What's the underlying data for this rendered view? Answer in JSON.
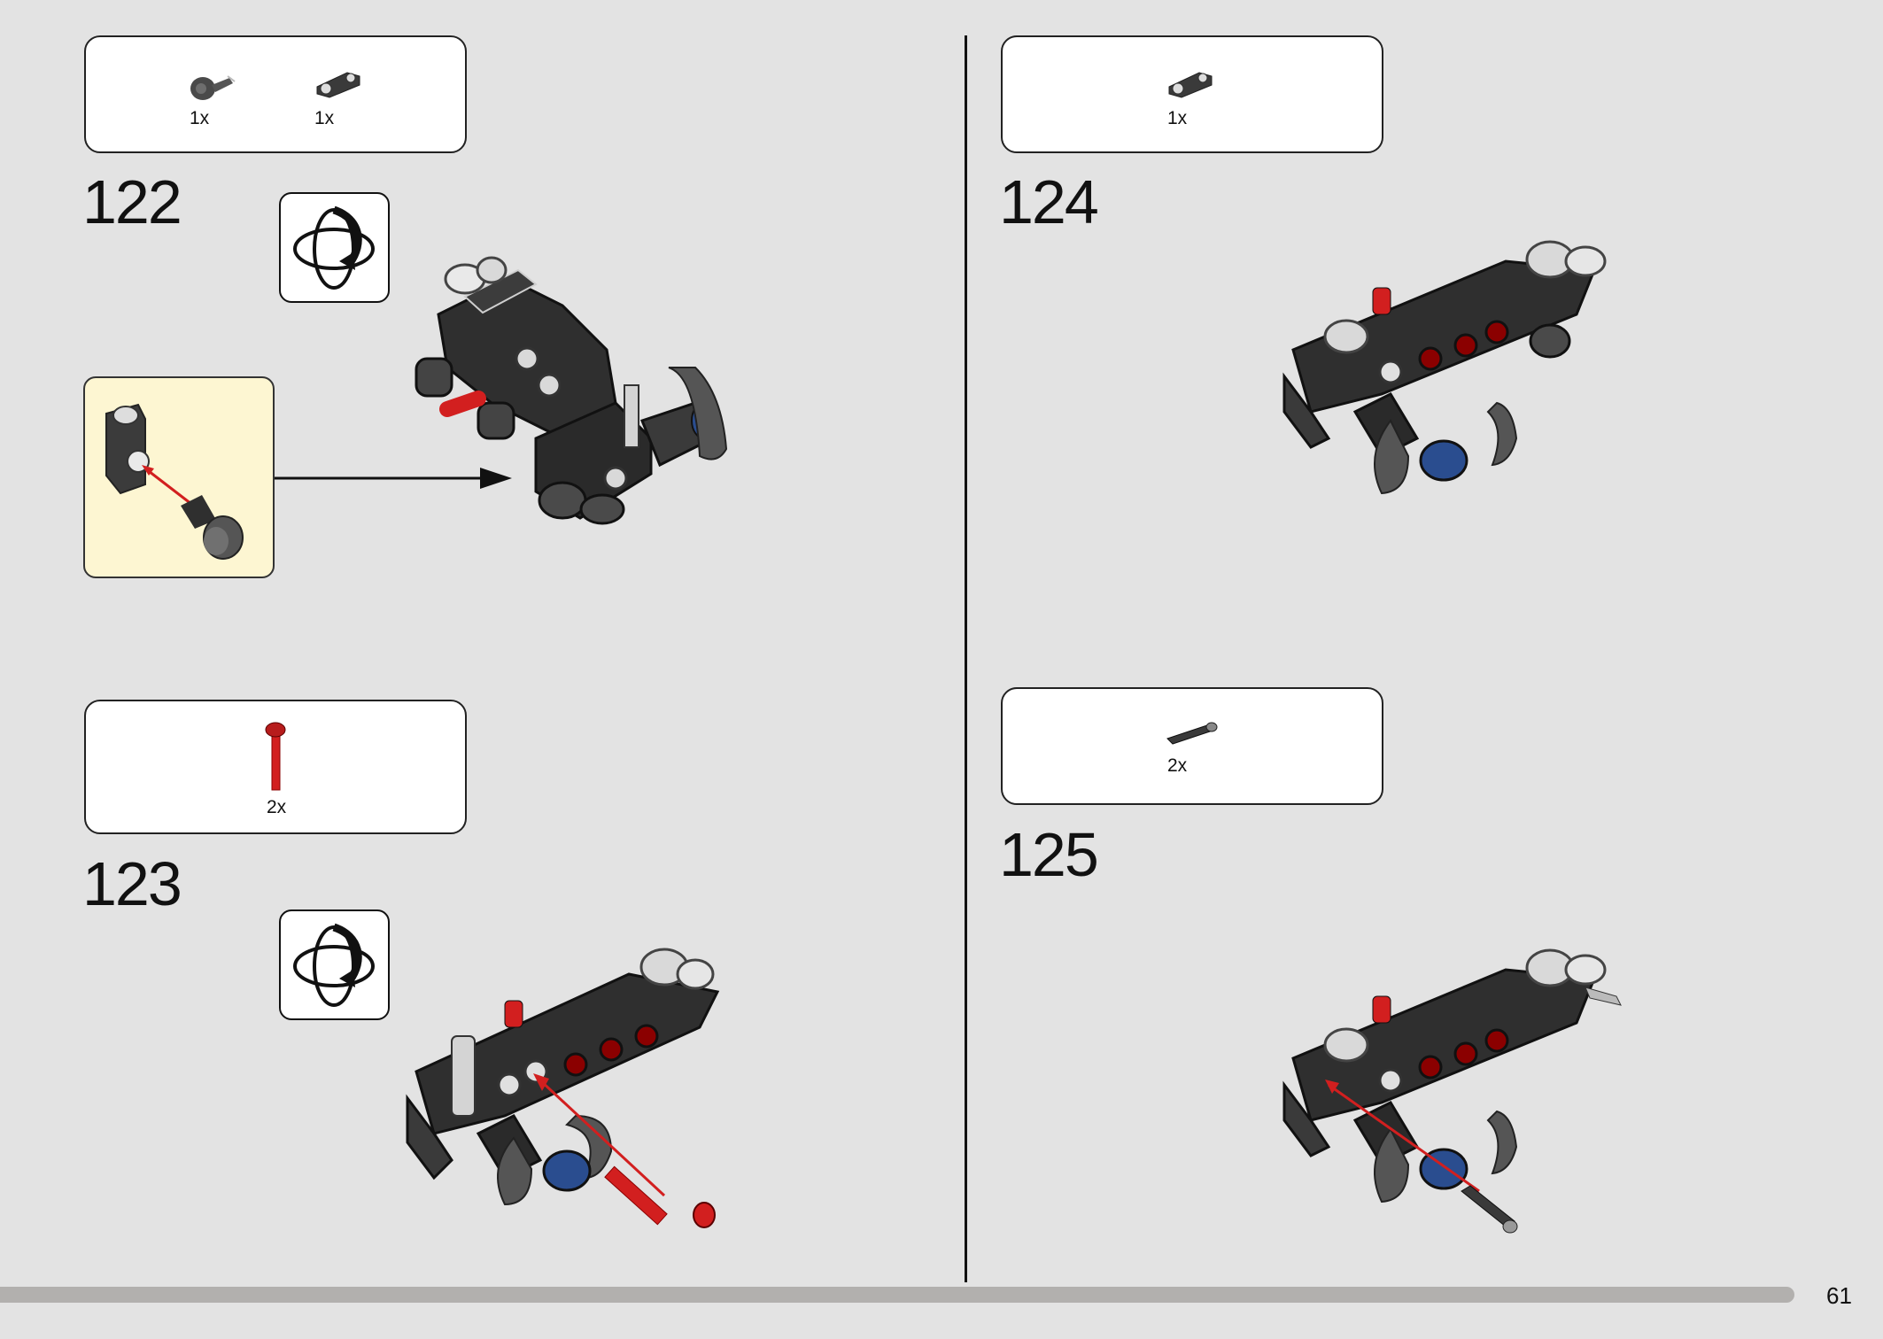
{
  "page_number": "61",
  "steps": [
    {
      "number": "122",
      "parts": [
        {
          "qty": "1x",
          "icon": "angle-connector-with-axle"
        },
        {
          "qty": "1x",
          "icon": "axle-pin-connector"
        }
      ],
      "rotate_icon": "rotate-model-icon",
      "callout": true
    },
    {
      "number": "123",
      "parts": [
        {
          "qty": "2x",
          "icon": "red-axle-pin"
        }
      ],
      "rotate_icon": "rotate-model-icon"
    },
    {
      "number": "124",
      "parts": [
        {
          "qty": "1x",
          "icon": "axle-pin-connector"
        }
      ]
    },
    {
      "number": "125",
      "parts": [
        {
          "qty": "2x",
          "icon": "dark-axle-pin"
        }
      ]
    }
  ],
  "colors": {
    "background": "#e3e3e3",
    "callout": "#fdf6d2",
    "part_dark": "#2f2f2f",
    "part_red": "#d21f1f",
    "part_blue": "#2a4d8f"
  }
}
